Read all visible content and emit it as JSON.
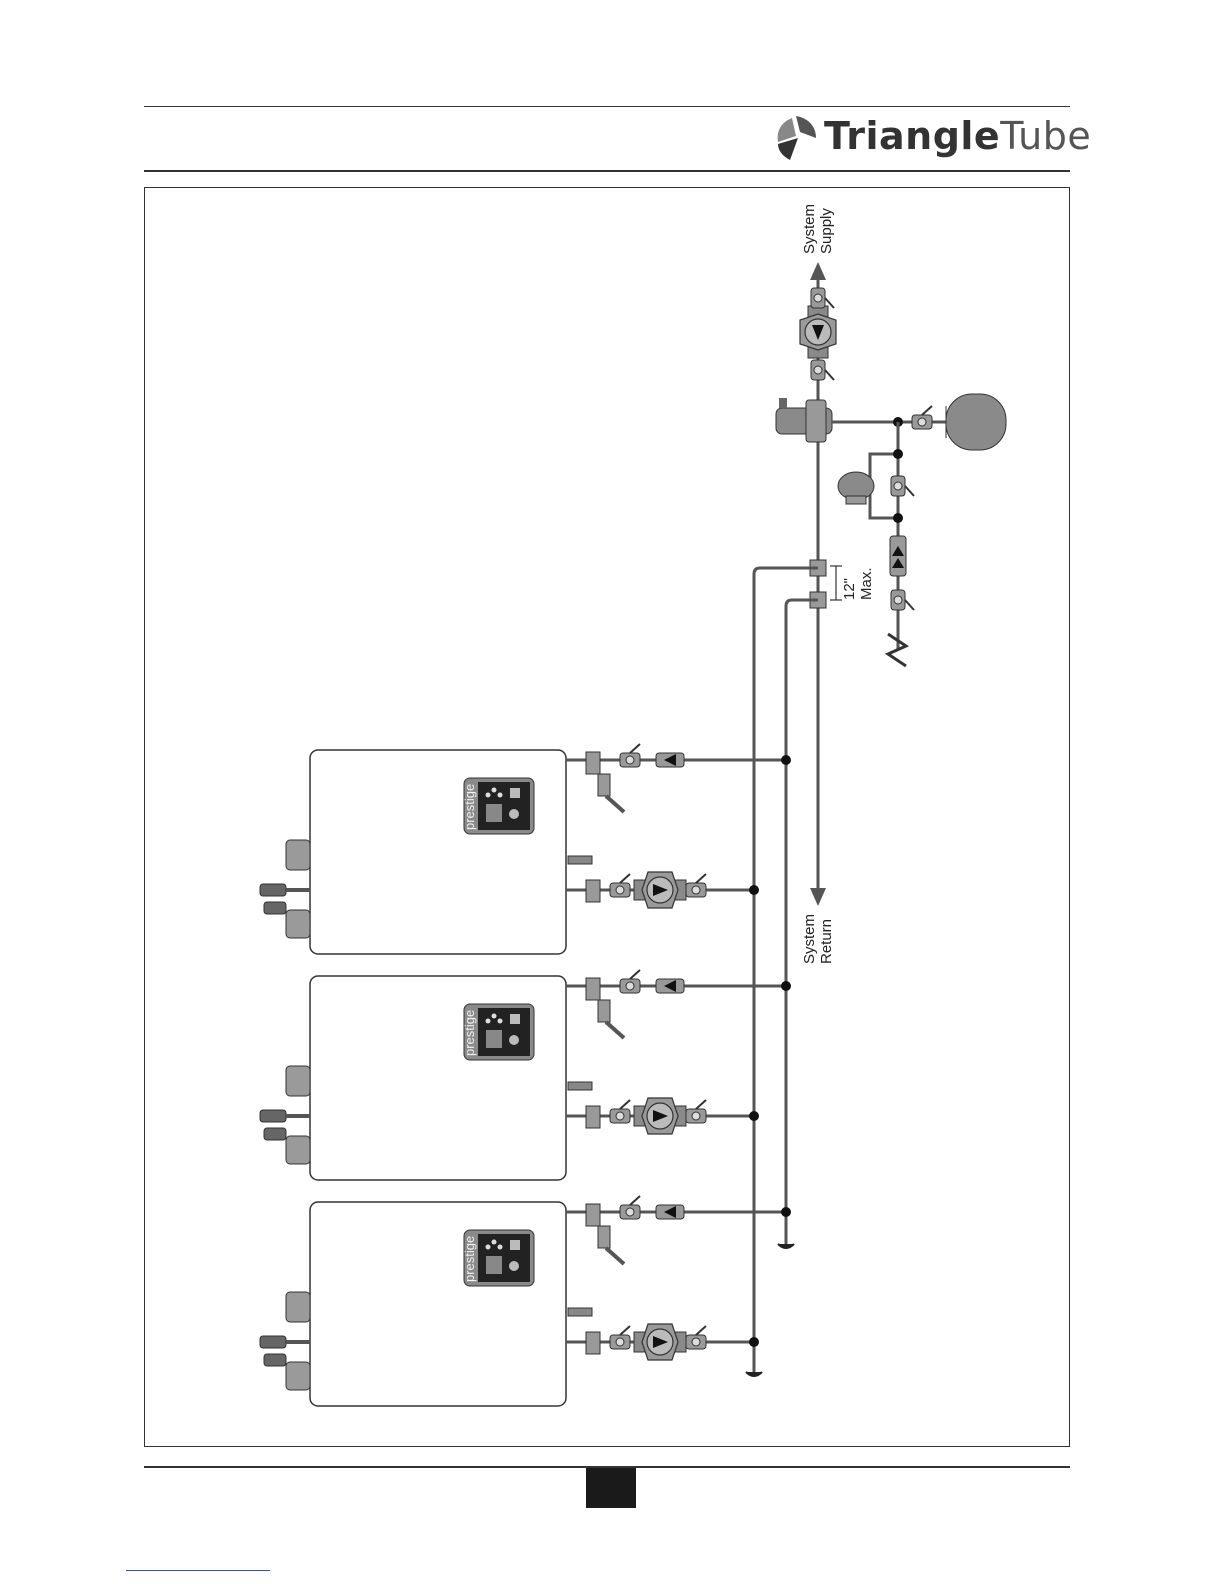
{
  "header": {
    "brand_primary": "Triangle",
    "brand_secondary": "Tube",
    "brand_mark": "triangle-tube-logo-icon"
  },
  "diagram": {
    "labels": {
      "system_supply_line1": "System",
      "system_supply_line2": "Supply",
      "system_return_line1": "System",
      "system_return_line2": "Return",
      "spacing_value": "12\"",
      "spacing_unit": "Max."
    },
    "boilers": [
      {
        "panel_label": "prestige"
      },
      {
        "panel_label": "prestige"
      },
      {
        "panel_label": "prestige"
      }
    ],
    "colors": {
      "pipe": "#555555",
      "component": "#8a8a8a",
      "boiler_outline": "#333333"
    }
  }
}
